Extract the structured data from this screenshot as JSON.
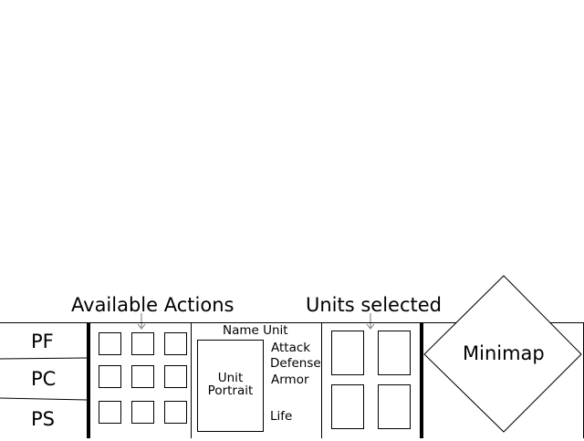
{
  "callouts": {
    "actions": "Available Actions",
    "units": "Units selected"
  },
  "resources": [
    {
      "label": "PF"
    },
    {
      "label": "PC"
    },
    {
      "label": "PS"
    }
  ],
  "actions": {
    "slots": 9
  },
  "unit_info": {
    "name": "Name Unit",
    "portrait": [
      "Unit",
      "Portrait"
    ],
    "stats": [
      "Attack",
      "Defense",
      "Armor",
      "Life"
    ]
  },
  "selected_units": {
    "slots": 4
  },
  "minimap": {
    "label": "Minimap"
  }
}
